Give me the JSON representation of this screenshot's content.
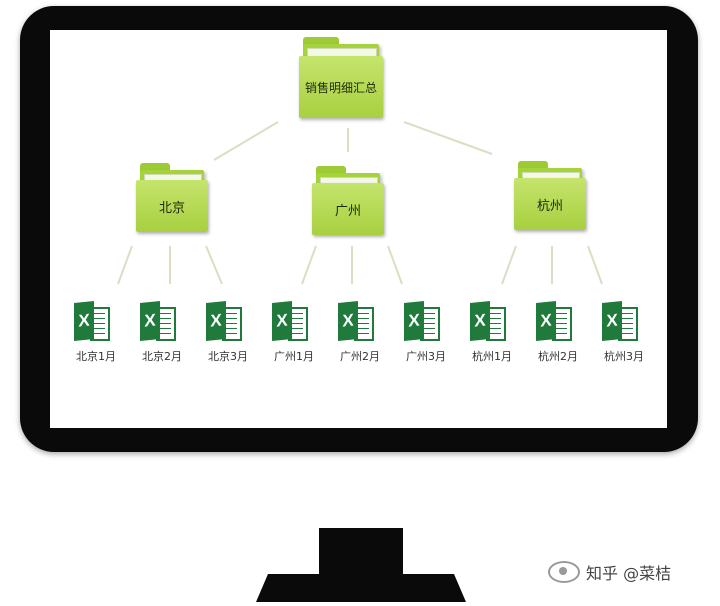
{
  "root": {
    "label": "销售明细汇总"
  },
  "branches": [
    {
      "label": "北京",
      "files": [
        "北京1月",
        "北京2月",
        "北京3月"
      ]
    },
    {
      "label": "广州",
      "files": [
        "广州1月",
        "广州2月",
        "广州3月"
      ]
    },
    {
      "label": "杭州",
      "files": [
        "杭州1月",
        "杭州2月",
        "杭州3月"
      ]
    }
  ],
  "file_icon_letter": "X",
  "watermark": "知乎 @菜桔",
  "colors": {
    "folder": "#a8d040",
    "excel": "#1f7a3c",
    "bezel": "#0a0a0a"
  }
}
